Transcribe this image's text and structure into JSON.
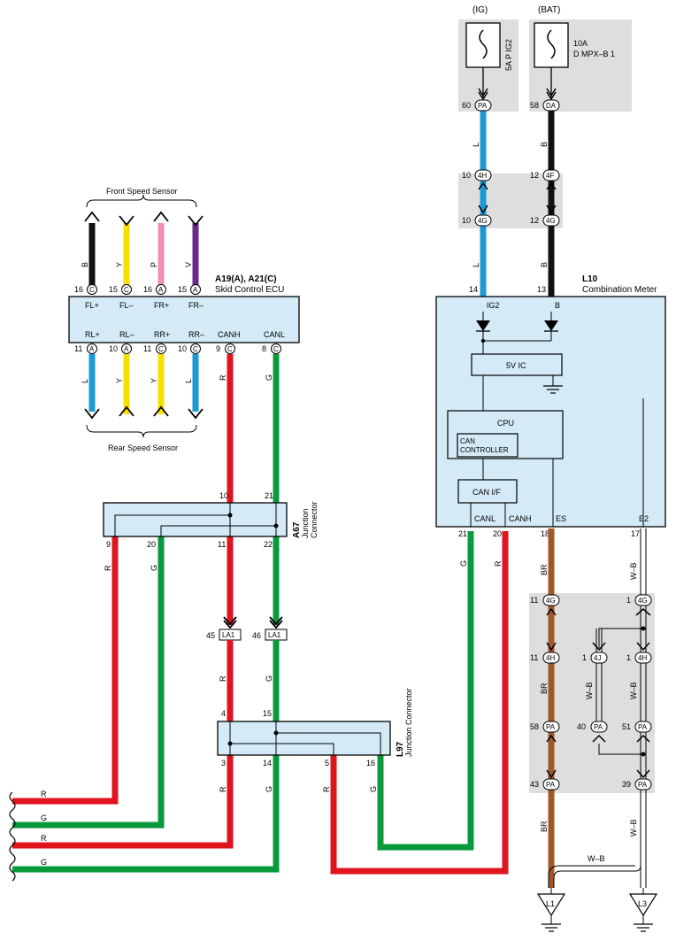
{
  "colors": {
    "L": "#1a9ad6",
    "B": "#111111",
    "Y": "#f5e000",
    "P": "#f090b8",
    "V": "#6a2a8a",
    "R": "#e0141e",
    "G": "#0a9a3c",
    "BR": "#a0582a",
    "WB": "#ffffff",
    "box_fill": "#d4ebf7",
    "shade_fill": "#dedede"
  },
  "fuses": {
    "ig_header": "(IG)",
    "ig_label": "5A P IG2",
    "ig_pin": "60",
    "ig_connector": "PA",
    "bat_header": "(BAT)",
    "bat_amp": "10A",
    "bat_label": "D MPX–B 1",
    "bat_pin": "58",
    "bat_connector": "DA"
  },
  "front_sensor": {
    "title": "Front Speed Sensor",
    "wires": [
      "B",
      "Y",
      "P",
      "V"
    ],
    "pins": [
      "16",
      "15",
      "16",
      "15"
    ],
    "connectors": [
      "C",
      "C",
      "A",
      "A"
    ]
  },
  "ecu": {
    "id": "A19(A), A21(C)",
    "name": "Skid Control ECU",
    "top_labels": [
      "FL+",
      "FL–",
      "FR+",
      "FR–"
    ],
    "bottom_labels": [
      "RL+",
      "RL–",
      "RR+",
      "RR–",
      "CANH",
      "CANL"
    ],
    "bottom_pins": [
      "11",
      "10",
      "11",
      "10",
      "9",
      "8"
    ],
    "bottom_connectors": [
      "A",
      "A",
      "C",
      "C",
      "C",
      "C"
    ]
  },
  "rear_sensor": {
    "title": "Rear Speed Sensor",
    "wires": [
      "L",
      "Y",
      "Y",
      "L"
    ]
  },
  "can_wires": {
    "canh": "R",
    "canl": "G"
  },
  "a67": {
    "id": "A67",
    "name": "Junction",
    "name2": "Connector",
    "pin_in_h": "10",
    "pin_in_l": "21",
    "pin_out_r": "9",
    "pin_out_g": "20",
    "pin_out_h": "11",
    "pin_out_l": "22",
    "wire_r": "R",
    "wire_g": "G"
  },
  "la1": {
    "pin_h": "45",
    "pin_l": "46",
    "label": "LA1"
  },
  "l97": {
    "id": "L97",
    "name": "Junction Connector",
    "pin_in_h": "4",
    "pin_in_l": "15",
    "pin_out_h": "3",
    "pin_out_l": "14",
    "pin_out_r": "5",
    "pin_out_g": "16",
    "wire_r": "R",
    "wire_g": "G"
  },
  "left_wires": [
    "R",
    "G",
    "R",
    "G"
  ],
  "junction_4h4g": {
    "pin_l_top": "10",
    "pin_b_top": "12",
    "conn_top": "4H",
    "conn_top_b": "4F",
    "pin_l_bot": "10",
    "pin_b_bot": "12",
    "conn_bot": "4G",
    "wire_l": "L",
    "wire_b": "B"
  },
  "meter": {
    "id": "L10",
    "name": "Combination Meter",
    "pin_ig2": "14",
    "pin_b": "13",
    "label_ig2": "IG2",
    "label_b": "B",
    "ic": "5V IC",
    "cpu": "CPU",
    "can_controller_1": "CAN",
    "can_controller_2": "CONTROLLER",
    "can_if": "CAN I/F",
    "labels_bottom": [
      "CANL",
      "CANH",
      "ES",
      "E2"
    ],
    "pins_bottom": [
      "21",
      "20",
      "18",
      "17"
    ]
  },
  "ground_section": {
    "wire_br": "BR",
    "wire_wb": "W–B",
    "pin_4g_left": "11",
    "conn_4g": "4G",
    "pin_4g_right": "1",
    "pin_4h_left": "11",
    "conn_4h": "4H",
    "pin_4j": "1",
    "conn_4j": "4J",
    "pin_4h_right": "1",
    "pin_pa1": "58",
    "pin_pa2": "40",
    "pin_pa3": "51",
    "conn_pa": "PA",
    "pin_pa4": "43",
    "pin_pa5": "39",
    "ground1": "L1",
    "ground2": "L3"
  }
}
